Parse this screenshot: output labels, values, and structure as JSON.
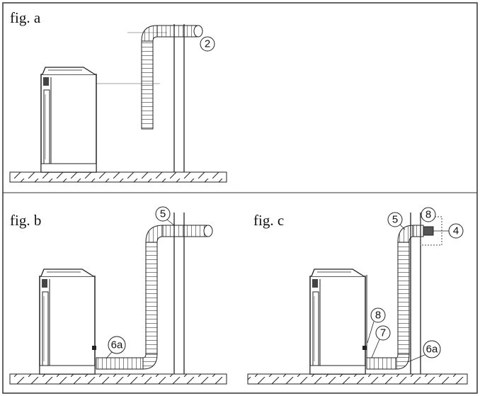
{
  "figures": {
    "a": {
      "label": "fig. a",
      "callouts": [
        "2"
      ]
    },
    "b": {
      "label": "fig. b",
      "callouts": [
        "5",
        "6a"
      ]
    },
    "c": {
      "label": "fig. c",
      "callouts": [
        "5",
        "8",
        "4",
        "8",
        "7",
        "6a"
      ]
    }
  },
  "colors": {
    "line": "#222222",
    "frame": "#333333",
    "dotted": "#444444",
    "paper": "#ffffff"
  }
}
